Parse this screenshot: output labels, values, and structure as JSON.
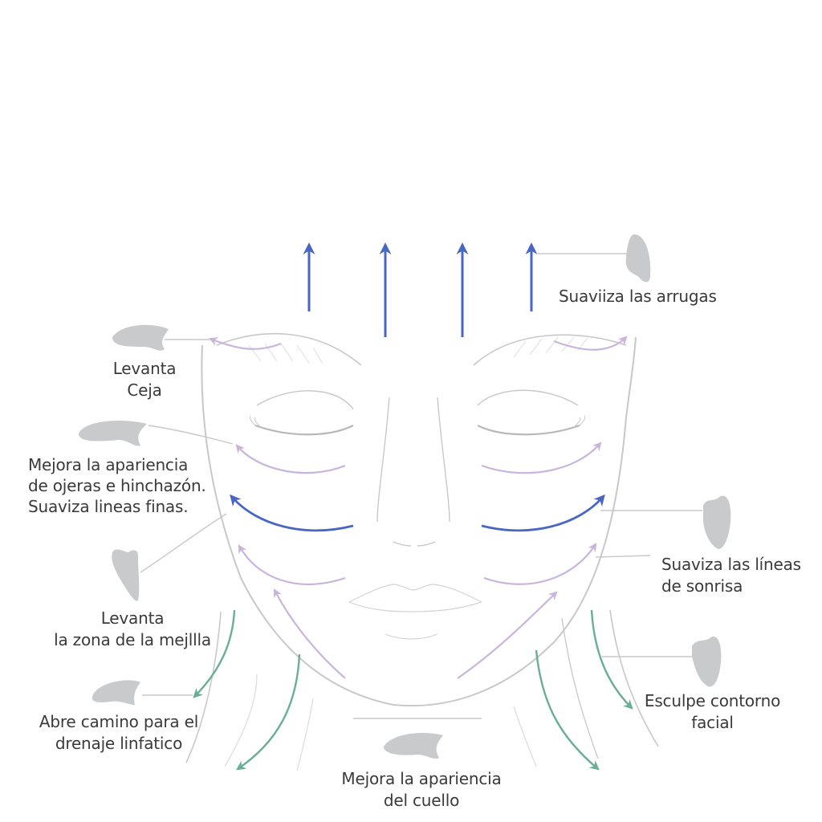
{
  "diagram": {
    "type": "gua-sha facial massage guide",
    "colors": {
      "up_arrow": "#4a66c4",
      "lavender_arrow": "#c9b4dc",
      "teal_arrow": "#6aae98",
      "face_outline": "#c8c8cc",
      "tool": "#c9cacc",
      "text": "#3a3a3a"
    },
    "labels": {
      "forehead": "Suaviiza las arrugas",
      "brow_line1": "Levanta",
      "brow_line2": "Ceja",
      "eyes_line1": "Mejora  la apariencia",
      "eyes_line2": "de ojeras e hinchazón.",
      "eyes_line3": "Suaviza lineas finas.",
      "cheek_line1": "Levanta",
      "cheek_line2": "la zona de la mejllla",
      "lymph_line1": "Abre camino para el",
      "lymph_line2": "drenaje linfatico",
      "smile_line1": "Suaviza las líneas",
      "smile_line2": "de sonrisa",
      "contour_line1": "Esculpe contorno",
      "contour_line2": "facial",
      "neck_line1": "Mejora la apariencia",
      "neck_line2": "del cuello"
    },
    "icons": [
      "gua-sha-tool-icon",
      "arrow-up-icon",
      "curved-arrow-icon"
    ]
  }
}
